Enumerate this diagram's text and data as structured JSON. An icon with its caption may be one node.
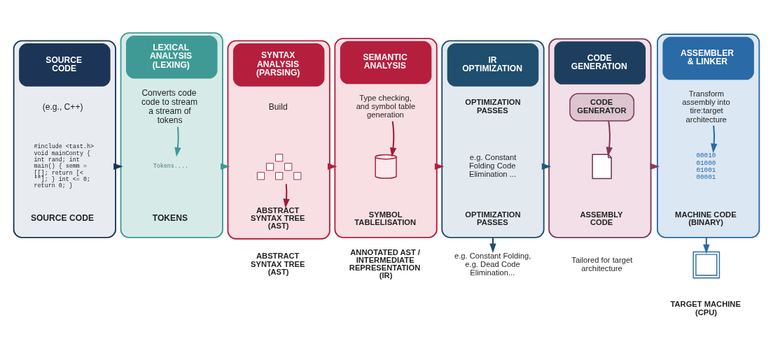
{
  "diagram": {
    "nodes": [
      {
        "text": [
          "SOURCE CODE"
        ]
      },
      {
        "text": [
          "(e.g., C++)"
        ],
        "in": 0
      },
      {
        "text": [
          "#include <tast.h> void mainConty { int rand; int main() { semm = [[]; return [< *\"]; } int <= 0; return 0; }"
        ],
        "in": 0
      },
      {
        "text": [
          "SOURCE CODE"
        ],
        "in": 0
      },
      {
        "text": [
          "LEXICAL ANALYSIS (LEXING)"
        ]
      },
      {
        "text": [
          "Converts code code to stream a stream of tokens"
        ],
        "in": 4
      },
      {
        "text": [
          "Tokens...."
        ],
        "in": 4
      },
      {
        "text": [
          "TOKENS"
        ],
        "in": 4
      },
      {
        "text": [
          "SYNTAX ANALYSIS (PARSING)"
        ],
        "beside": [
          "ABSTRACT SYNTAX TREE (AST)"
        ]
      },
      {
        "text": [
          "Build"
        ],
        "in": 8
      },
      {
        "text": [],
        "shape": "tree",
        "in": 8
      },
      {
        "text": [
          "ABSTRACT SYNTAX TREE (AST)"
        ],
        "in": 8
      },
      {
        "text": [
          "SEMANTIC ANALYSIS"
        ],
        "beside": [
          "ANNOTATED AST / INTERMEDIATE REPRESENTATION (IR)"
        ]
      },
      {
        "text": [
          "Type checking, and symbol table generation"
        ],
        "in": 12
      },
      {
        "text": [],
        "shape": "cylinder",
        "in": 12
      },
      {
        "text": [
          "SYMBOL TABLELISATION"
        ],
        "in": 12
      },
      {
        "text": [
          "IR OPTIMIZATION"
        ]
      },
      {
        "text": [
          "OPTIMIZATION PASSES"
        ],
        "in": 16
      },
      {
        "text": [
          "e.g. Constant Folding Code Elimination ..."
        ],
        "in": 16
      },
      {
        "text": [
          "OPTIMIZATION PASSES"
        ],
        "in": 16
      },
      {
        "text": [
          "CODE GENERATION"
        ],
        "beside": [
          "Tailored for target architecture"
        ]
      },
      {
        "text": [
          "CODE GENERATOR"
        ],
        "in": 20
      },
      {
        "text": [],
        "shape": "document",
        "in": 20
      },
      {
        "text": [
          "ASSEMBLY CODE"
        ],
        "in": 20
      },
      {
        "text": [
          "ASSEMBLER & LINKER"
        ]
      },
      {
        "text": [
          "Transform assembly into tire:target architecture"
        ],
        "in": 24
      },
      {
        "text": [
          "00010 01000 01001 00001"
        ],
        "in": 24
      },
      {
        "text": [
          "MACHINE CODE (BINARY)"
        ],
        "in": 24
      },
      {
        "text": [
          "e.g. Constant Folding, e.g. Dead Code Elimination..."
        ]
      },
      {
        "text": [],
        "shape": "chip",
        "beside": [
          "TARGET MACHINE (CPU)"
        ]
      }
    ],
    "edges": [
      {
        "from": 0,
        "to": 4,
        "arrow": "to",
        "color": "#1c3557"
      },
      {
        "from": 5,
        "to": 6,
        "arrow": "to",
        "color": "#3f9a95"
      },
      {
        "from": 4,
        "to": 8,
        "arrow": "to",
        "color": "#3f9a95"
      },
      {
        "from": 10,
        "to": 11,
        "arrow": "to",
        "color": "#9c1f38"
      },
      {
        "from": 8,
        "to": 12,
        "arrow": "to",
        "color": "#b51f3d"
      },
      {
        "from": 13,
        "to": 14,
        "arrow": "to",
        "color": "#9c1f38"
      },
      {
        "from": 12,
        "to": 16,
        "arrow": "to",
        "color": "#b51f3d"
      },
      {
        "from": 16,
        "to": 28,
        "arrow": "to",
        "color": "#1f4e6e"
      },
      {
        "from": 16,
        "to": 20,
        "arrow": "to",
        "color": "#24577a"
      },
      {
        "from": 21,
        "to": 22,
        "arrow": "to",
        "color": "#7b3a5b"
      },
      {
        "from": 20,
        "to": 24,
        "arrow": "to",
        "color": "#8a3a62"
      },
      {
        "from": 25,
        "to": 26,
        "arrow": "to",
        "color": "#2a6aa6"
      },
      {
        "from": 24,
        "to": 29,
        "arrow": "to",
        "color": "#2a6aa6"
      }
    ]
  }
}
